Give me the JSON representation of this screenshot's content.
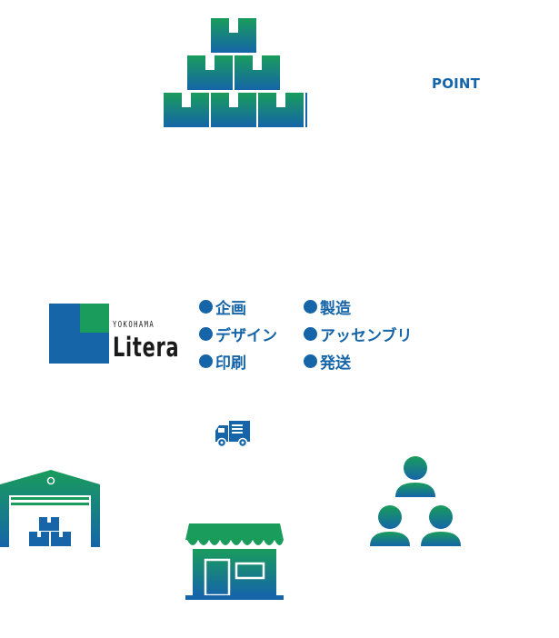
{
  "point": {
    "label": "POINT"
  },
  "brand": {
    "small": "YOKOHAMA",
    "large": "Litera"
  },
  "services": {
    "left": [
      "企画",
      "デザイン",
      "印刷"
    ],
    "right": [
      "製造",
      "アッセンブリ",
      "発送"
    ]
  },
  "icons": {
    "stack": "stacked-boxes-icon",
    "logo": "litera-logo-icon",
    "truck": "delivery-truck-icon",
    "warehouse": "warehouse-icon",
    "store": "store-icon",
    "people": "people-group-icon"
  },
  "colors": {
    "green": "#1a9c5c",
    "blue": "#1565a8",
    "text_dark": "#1a1a1a"
  }
}
